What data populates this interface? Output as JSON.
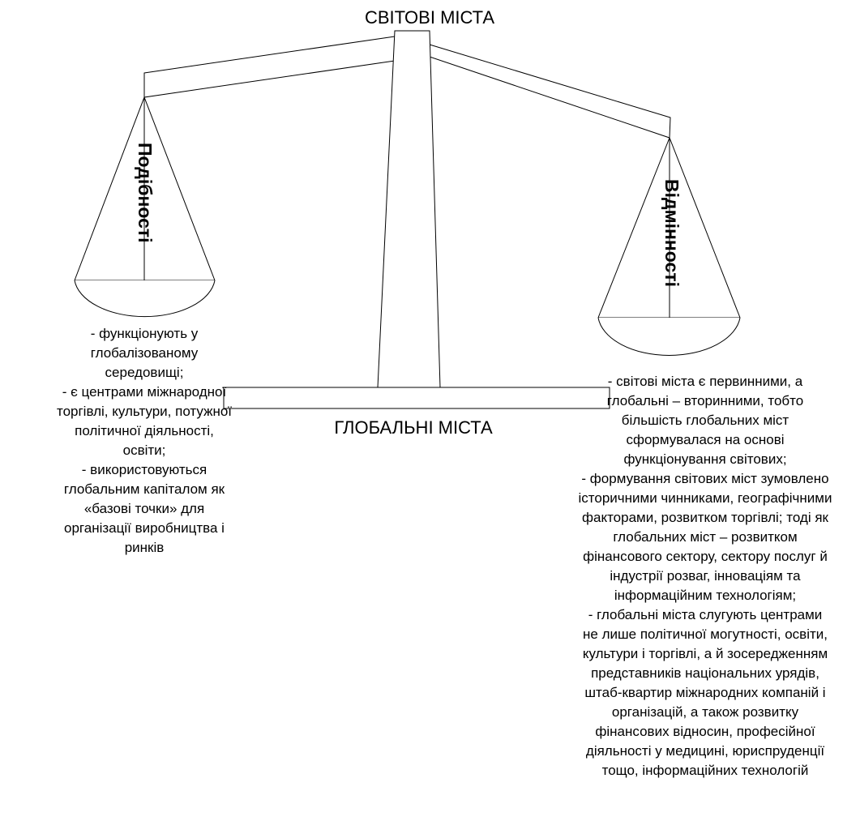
{
  "diagram": {
    "title_top": "СВІТОВІ МІСТА",
    "title_bottom": "ГЛОБАЛЬНІ МІСТА",
    "left_pan": {
      "label": "Подібності",
      "lines": [
        "- функціонують у",
        "глобалізованому",
        "середовищі;",
        "- є центрами міжнародної",
        "торгівлі, культури, потужної",
        "політичної діяльності,",
        "освіти;",
        "- використовуються",
        "глобальним капіталом як",
        "«базові точки» для",
        "організації виробництва і",
        "ринків"
      ]
    },
    "right_pan": {
      "label": "Відмінності",
      "lines": [
        "- світові міста є первинними, а",
        "глобальні – вторинними, тобто",
        "більшість глобальних міст",
        "сформувалася на основі",
        "функціонування світових;",
        "- формування світових міст зумовлено",
        "історичними чинниками, географічними",
        "факторами, розвитком торгівлі; тоді як",
        "глобальних міст – розвитком",
        "фінансового сектору, сектору послуг й",
        "індустрії розваг, інноваціям та",
        "інформаційним технологіям;",
        "-  глобальні міста слугують центрами",
        "не лише політичної могутності, освіти,",
        "культури і торгівлі, а й зосередженням",
        "представників національних урядів,",
        "штаб-квартир міжнародних компаній і",
        "організацій, а також розвитку",
        "фінансових відносин, професійної",
        "діяльності у медицині, юриспруденції",
        "тощо, інформаційних технологій"
      ]
    }
  }
}
